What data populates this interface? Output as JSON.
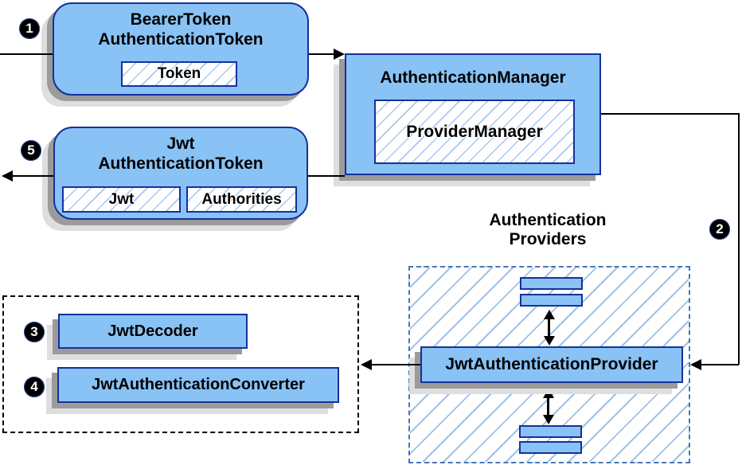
{
  "diagram": {
    "badges": {
      "b1": "1",
      "b2": "2",
      "b3": "3",
      "b4": "4",
      "b5": "5"
    },
    "bearer_token": {
      "title_line1": "BearerToken",
      "title_line2": "AuthenticationToken",
      "field_token": "Token"
    },
    "auth_manager": {
      "title": "AuthenticationManager",
      "inner": "ProviderManager"
    },
    "jwt_token": {
      "title_line1": "Jwt",
      "title_line2": "AuthenticationToken",
      "field_jwt": "Jwt",
      "field_authorities": "Authorities"
    },
    "providers": {
      "label_line1": "Authentication",
      "label_line2": "Providers",
      "provider": "JwtAuthenticationProvider"
    },
    "converters": {
      "decoder": "JwtDecoder",
      "converter": "JwtAuthenticationConverter"
    },
    "colors": {
      "node_fill": "#89C2F4",
      "node_border": "#16309C",
      "hatch_line": "#A6C8EC",
      "providers_dash": "#4676B8",
      "shadow_dark": "#9B9B9B",
      "shadow_light": "#DEDEDE",
      "line": "#000000"
    }
  }
}
